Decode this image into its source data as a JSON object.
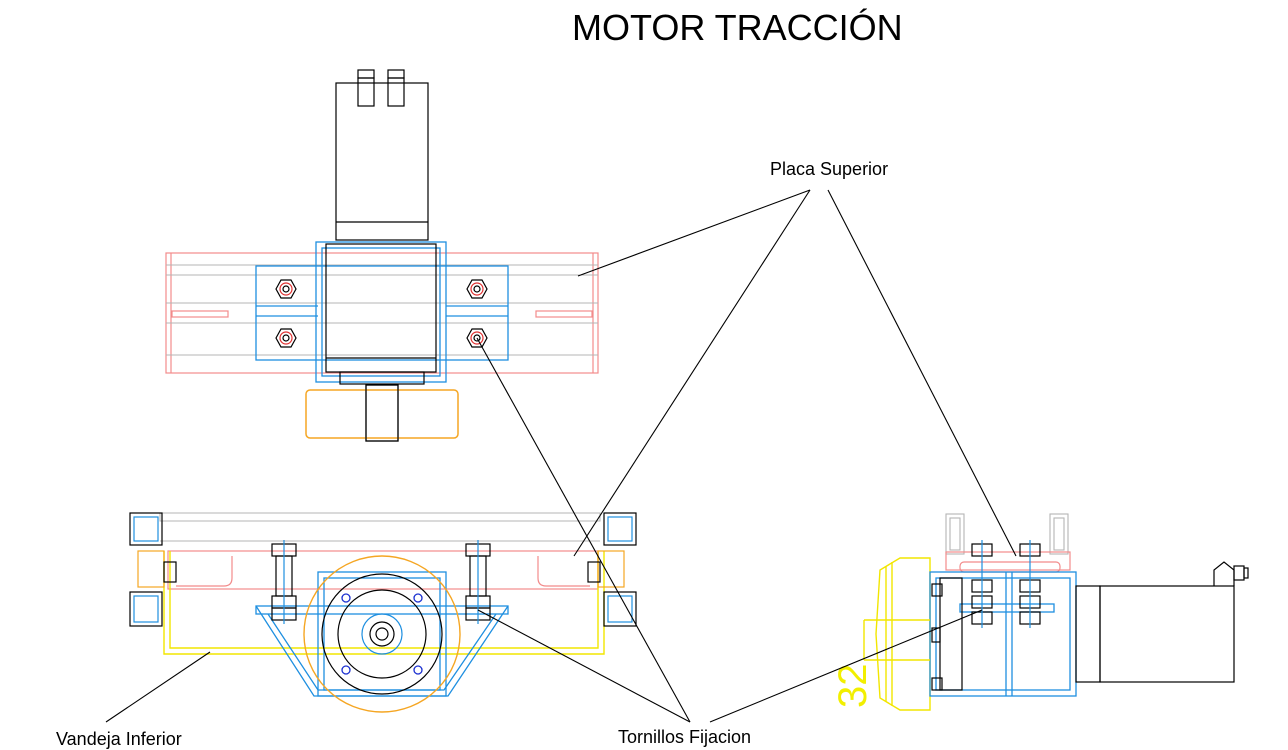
{
  "title": "MOTOR TRACCIÓN",
  "labels": {
    "placa_superior": "Placa Superior",
    "tornillos_fijacion": "Tornillos Fijacion",
    "vandeja_inferior": "Vandeja Inferior"
  },
  "dimension": "32",
  "colors": {
    "red": "#f28b8b",
    "blue": "#1e8fe0",
    "yellow": "#f2e600",
    "orange": "#f5a623",
    "gray": "#a8a8a8",
    "black": "#000000",
    "navy": "#1a2fd0"
  }
}
